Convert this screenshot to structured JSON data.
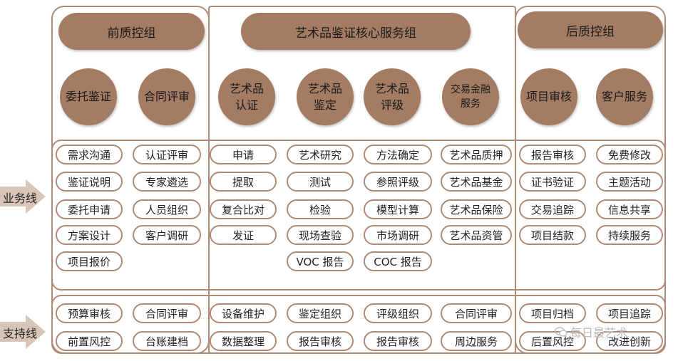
{
  "groups": {
    "pre": {
      "title": "前质控组",
      "services": [
        "委托鉴证",
        "合同评审"
      ],
      "business_items": [
        [
          "需求沟通",
          "认证评审"
        ],
        [
          "鉴证说明",
          "专家遴选"
        ],
        [
          "委托申请",
          "人员组织"
        ],
        [
          "方案设计",
          "客户调研"
        ],
        [
          "项目报价",
          ""
        ]
      ],
      "support_items": [
        [
          "预算审核",
          "合同评审"
        ],
        [
          "前置风控",
          "台账建档"
        ]
      ]
    },
    "core": {
      "title": "艺术品鉴证核心服务组",
      "services": [
        "艺术品\n认证",
        "艺术品\n鉴定",
        "艺术品\n评级",
        "交易金融\n服务"
      ],
      "business_items": [
        [
          "申请",
          "艺术研究",
          "方法确定",
          "艺术品质押"
        ],
        [
          "提取",
          "测试",
          "参照评级",
          "艺术品基金"
        ],
        [
          "复合比对",
          "检验",
          "模型计算",
          "艺术品保险"
        ],
        [
          "发证",
          "现场查验",
          "市场调研",
          "艺术品资管"
        ],
        [
          "",
          "VOC 报告",
          "COC 报告",
          ""
        ]
      ],
      "support_items": [
        [
          "设备维护",
          "鉴定组织",
          "评级组织",
          "合同评审"
        ],
        [
          "数据整理",
          "报告审核",
          "报告审核",
          "周边服务"
        ]
      ]
    },
    "post": {
      "title": "后质控组",
      "services": [
        "项目审核",
        "客户服务"
      ],
      "business_items": [
        [
          "报告审核",
          "免费修改"
        ],
        [
          "证书验证",
          "主题活动"
        ],
        [
          "交易追踪",
          "信息共享"
        ],
        [
          "项目结款",
          "持续服务"
        ]
      ],
      "support_items": [
        [
          "项目归档",
          "项目追踪"
        ],
        [
          "后置风控",
          "改进创新"
        ]
      ]
    }
  },
  "lines": {
    "business": "业务线",
    "support": "支持线"
  },
  "watermark": "每日最艺术",
  "colors": {
    "accent": "#a47b63",
    "outline": "#b08a74",
    "arrow": "#d9c5b8"
  }
}
